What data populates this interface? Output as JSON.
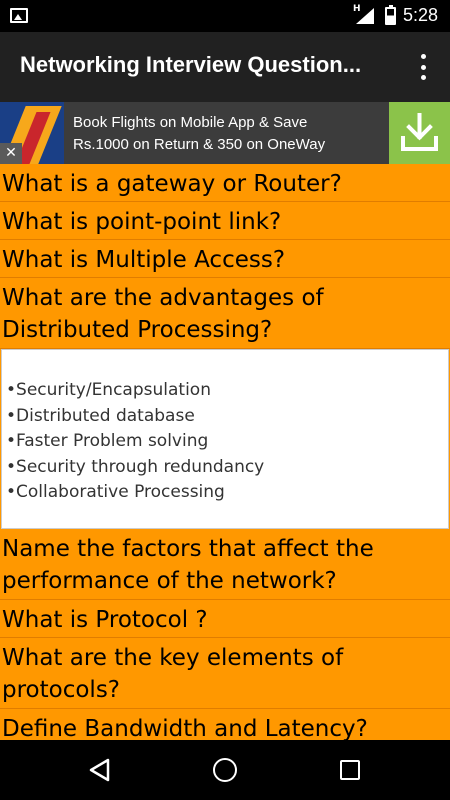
{
  "status_bar": {
    "time": "5:28",
    "network_type": "H",
    "icons": [
      "image-notification-icon",
      "signal-icon",
      "battery-icon"
    ]
  },
  "app_bar": {
    "title": "Networking Interview Question...",
    "menu_icon": "overflow-menu-icon"
  },
  "ad": {
    "line1": "Book Flights on Mobile App & Save",
    "line2": "Rs.1000 on Return & 350 on OneWay",
    "close_label": "✕",
    "download_icon": "download-icon"
  },
  "questions": [
    {
      "text": "What is a gateway or Router?"
    },
    {
      "text": "What is point-point link?"
    },
    {
      "text": "What is Multiple Access?"
    },
    {
      "text": "What are the advantages of Distributed Processing?"
    },
    {
      "text": "Name the factors that affect the performance of the network?"
    },
    {
      "text": "What is Protocol ?"
    },
    {
      "text": "What are the key elements of protocols?"
    },
    {
      "text": "Define Bandwidth and Latency?"
    }
  ],
  "expanded_answer": {
    "items": [
      "•Security/Encapsulation",
      "•Distributed database",
      "•Faster Problem solving",
      "•Security through redundancy",
      "•Collaborative Processing"
    ]
  },
  "colors": {
    "accent": "#ff9800",
    "app_bar": "#212121",
    "download": "#8bc34a"
  }
}
